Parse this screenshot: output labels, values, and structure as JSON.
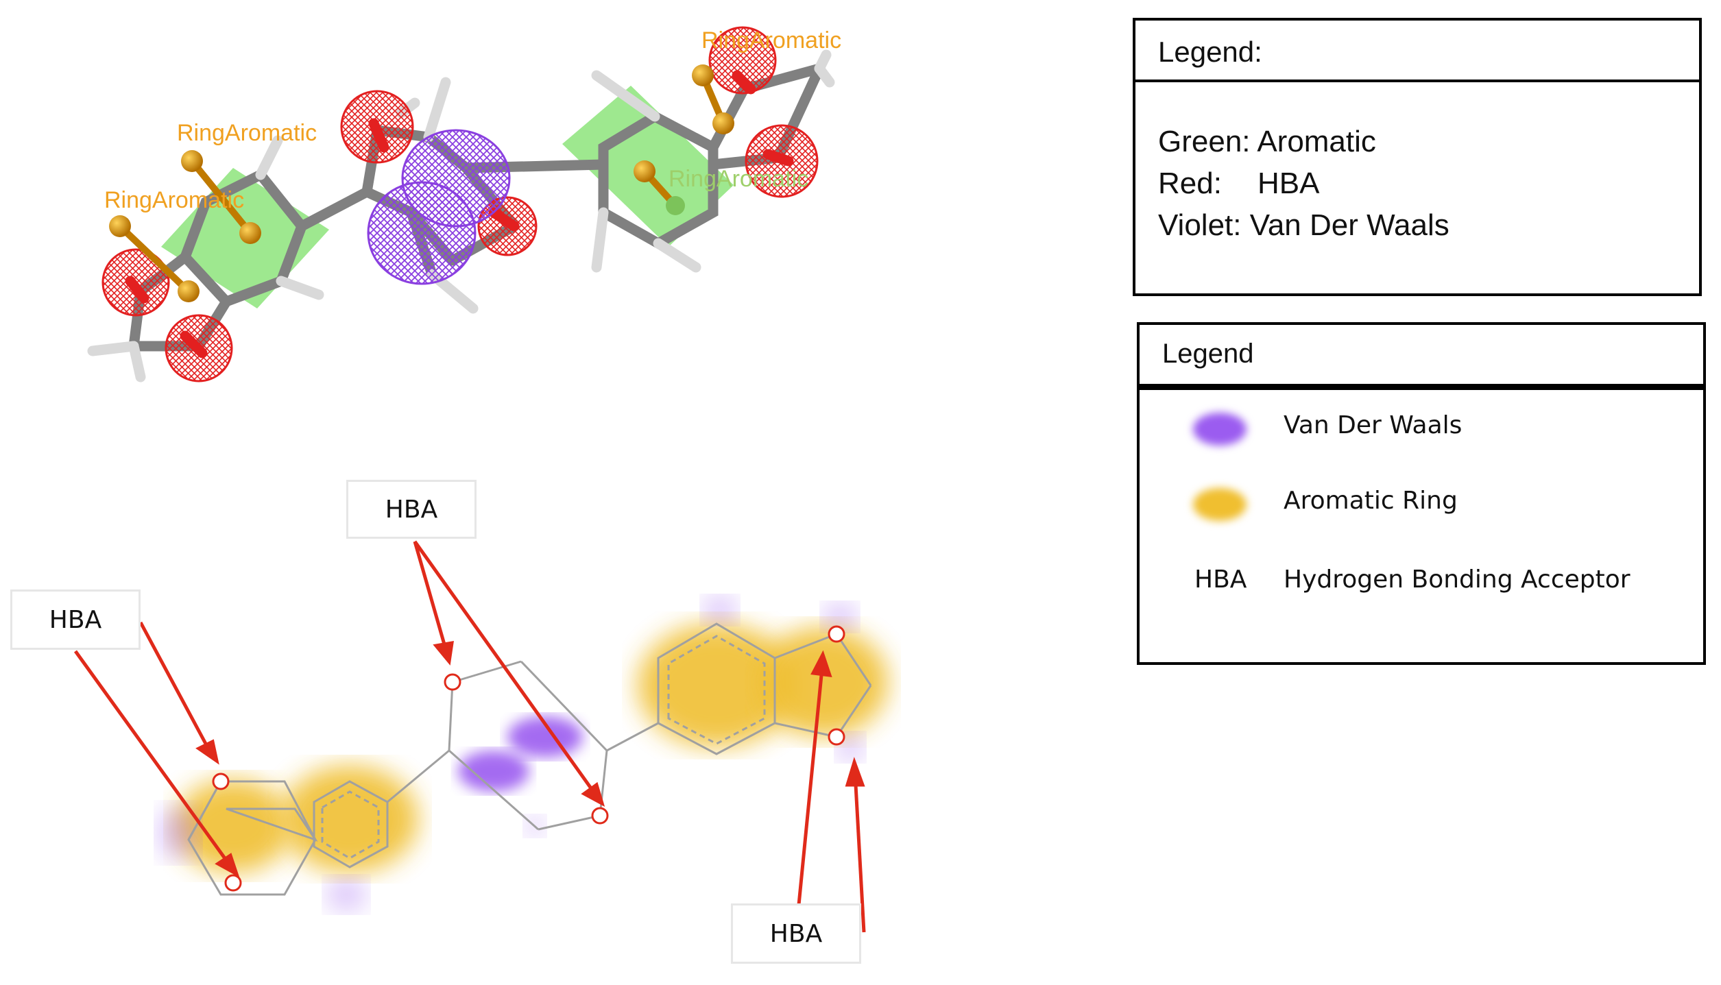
{
  "model_3d": {
    "feature_labels": [
      "RingAromatic",
      "RingAromatic",
      "RingAromatic",
      "RingAromatic"
    ]
  },
  "legend_top": {
    "title": "Legend:",
    "rows": [
      {
        "key": "Green:",
        "value": "Aromatic"
      },
      {
        "key": "Red:",
        "value": "HBA"
      },
      {
        "key": "Violet:",
        "value": "Van Der Waals"
      }
    ],
    "colors": {
      "green": "#7ee06a",
      "red": "#e02020",
      "violet": "#8a3fe0"
    }
  },
  "legend_bottom": {
    "title": "Legend",
    "items": [
      {
        "swatch": "violet-blob",
        "color": "#9b5cf0",
        "label": "Van Der Waals"
      },
      {
        "swatch": "yellow-blob",
        "color": "#f0bf30",
        "label": "Aromatic Ring"
      },
      {
        "swatch_text": "HBA",
        "label": "Hydrogen Bonding Acceptor"
      }
    ]
  },
  "diagram_2d": {
    "callouts": [
      "HBA",
      "HBA",
      "HBA"
    ],
    "arrow_color": "#e02a1a",
    "aromatic_color": "#f0bf30",
    "vdw_color": "#9b5cf0"
  }
}
